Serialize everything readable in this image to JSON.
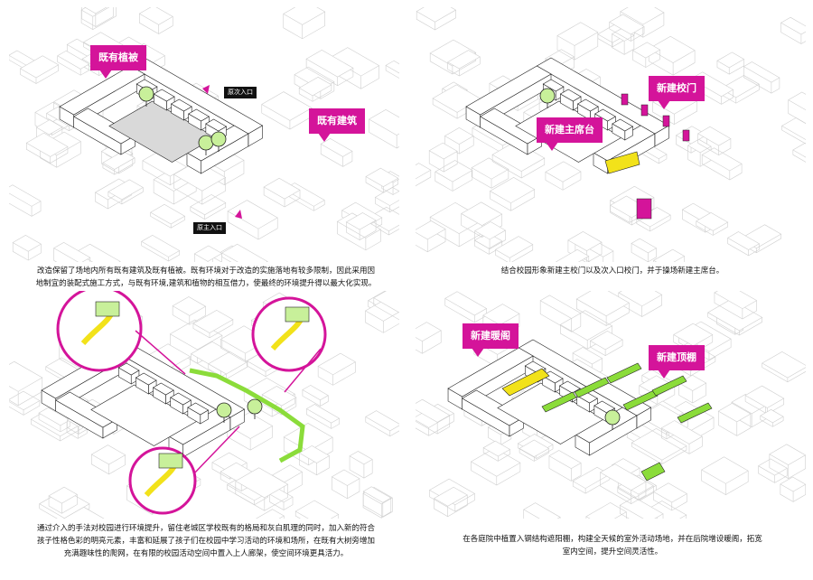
{
  "panels": [
    {
      "tags": [
        "既有植被",
        "既有建筑"
      ],
      "entrances": [
        "原次入口",
        "原主入口"
      ],
      "caption_lines": [
        "改造保留了场地内所有既有建筑及既有植被。既有环境对于改造的实施落地有较多限制，因此采用因",
        "地制宜的装配式施工方式，与既有环境,建筑和植物的相互借力，使最终的环境提升得以最大化实现。"
      ]
    },
    {
      "tags": [
        "新建校门",
        "新建主席台"
      ],
      "caption_lines": [
        "结合校园形象新建主校门以及次入口校门，并于操场新建主席台。"
      ]
    },
    {
      "caption_lines": [
        "通过介入的手法对校园进行环境提升，留住老城区学校既有的格局和灰白肌理的同时，加入新的符合",
        "孩子性格色彩的明亮元素，丰富和延展了孩子们在校园中学习活动的环境和场所，在既有大树旁增加",
        "充满趣味性的爬网，在有限的校园活动空间中置入上人廊架，使空间环境更具活力。"
      ]
    },
    {
      "tags": [
        "新建暖阁",
        "新建顶棚"
      ],
      "caption_lines": [
        "在各庭院中植置入钢结构遮阳棚，构建全天候的室外活动场地，并在后院增设暖阁，拓宽",
        "室内空间，提升空间灵活性。"
      ]
    }
  ],
  "colors": {
    "magenta": "#d4149a",
    "green": "#8bdc3a",
    "yellow": "#f2e21a",
    "line": "#cfcfcf"
  }
}
